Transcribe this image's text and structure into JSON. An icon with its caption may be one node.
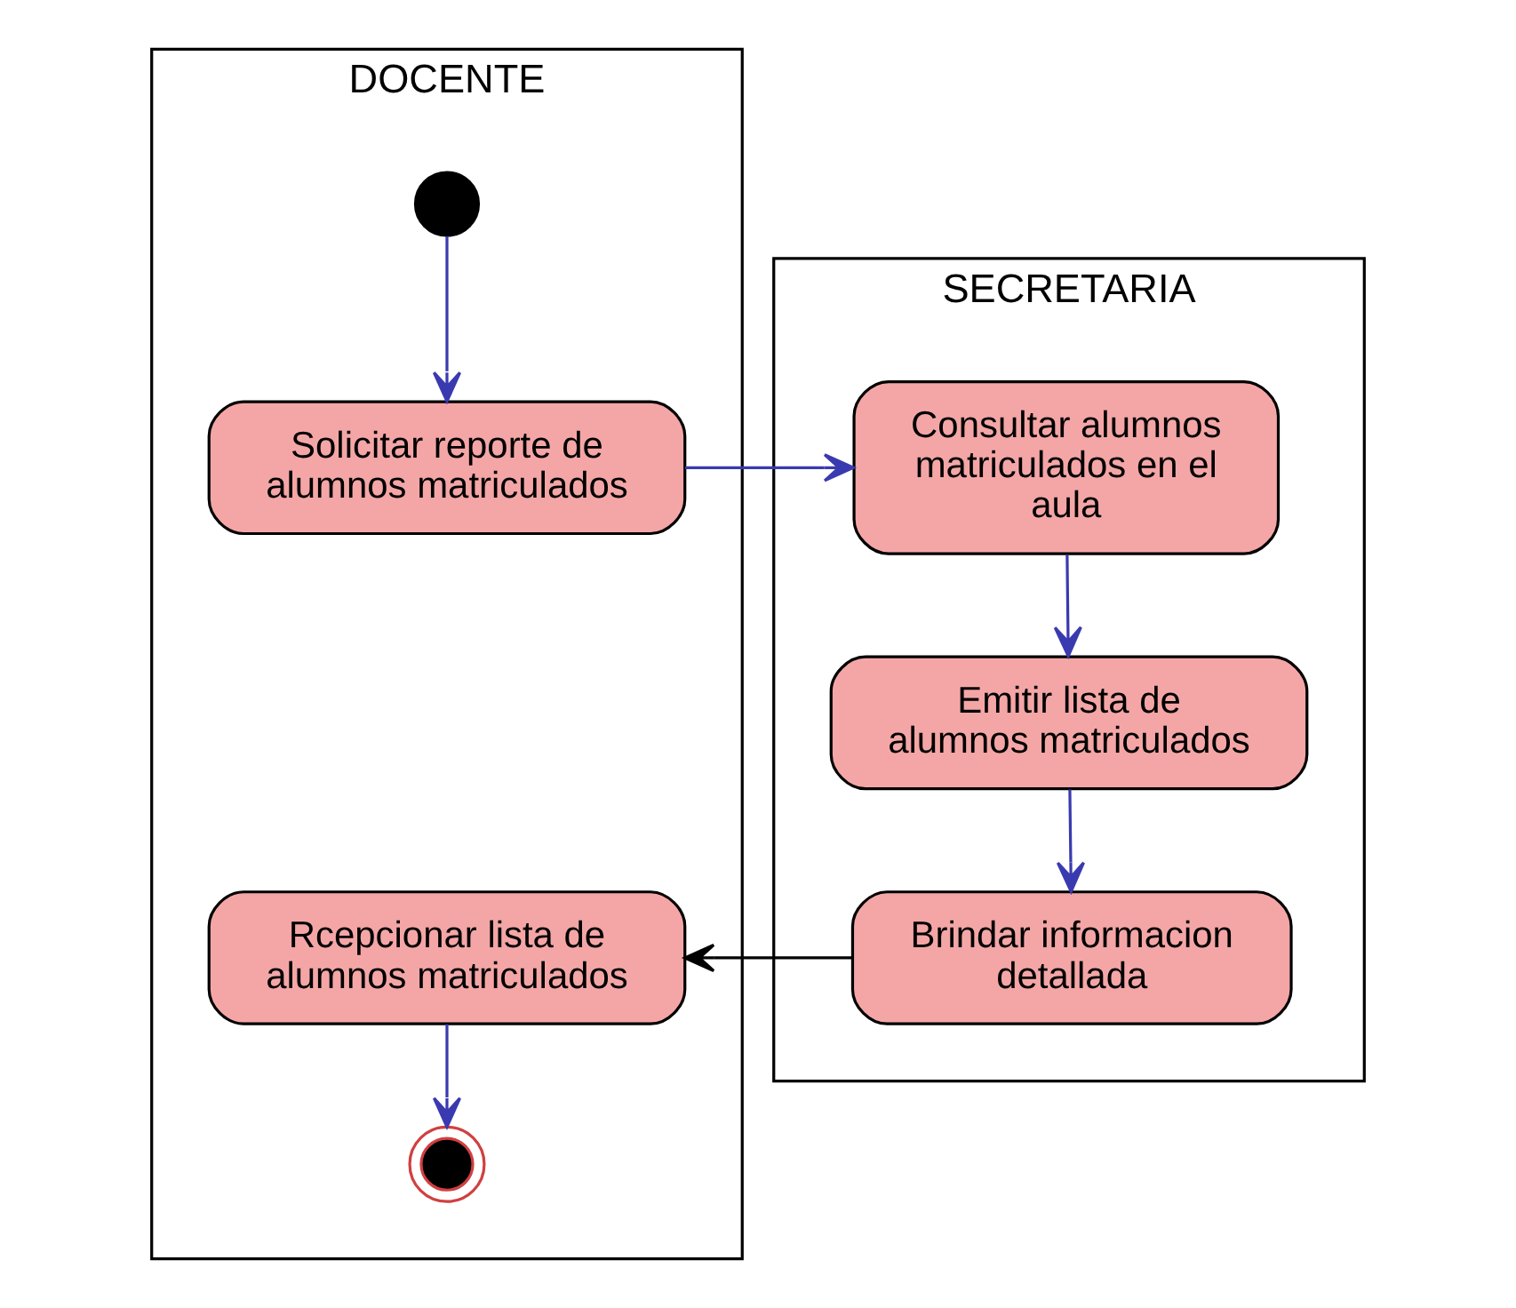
{
  "diagram": {
    "nodes": [
      {
        "text": [
          "DOCENTE"
        ]
      },
      {
        "text": [
          "SECRETARIA"
        ]
      },
      {
        "text": [],
        "shape": "circle",
        "in": 0
      },
      {
        "text": [
          "Solicitar reporte de alumnos matriculados"
        ],
        "in": 0
      },
      {
        "text": [
          "Consultar alumnos matriculados en el aula"
        ],
        "in": 1
      },
      {
        "text": [
          "Emitir lista de alumnos matriculados"
        ],
        "in": 1
      },
      {
        "text": [
          "Brindar informacion detallada"
        ],
        "in": 1
      },
      {
        "text": [
          "Rcepcionar lista de alumnos matriculados"
        ],
        "in": 0
      },
      {
        "text": [],
        "shape": "circle",
        "in": 0
      }
    ],
    "edges": [
      {
        "from": 2,
        "to": 3,
        "arrow": "to"
      },
      {
        "from": 3,
        "to": 4,
        "arrow": "to"
      },
      {
        "from": 4,
        "to": 5,
        "arrow": "to"
      },
      {
        "from": 5,
        "to": 6,
        "arrow": "to"
      },
      {
        "from": 6,
        "to": 7,
        "arrow": "to",
        "color": "#000000"
      },
      {
        "from": 7,
        "to": 8,
        "arrow": "to"
      }
    ]
  }
}
